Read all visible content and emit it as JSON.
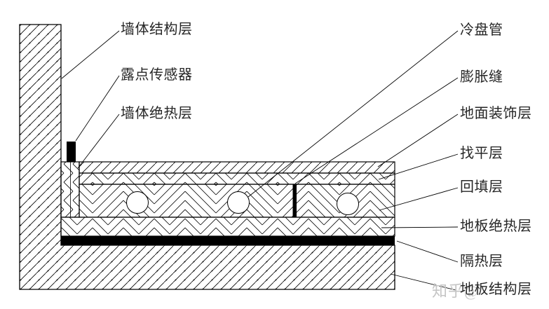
{
  "diagram": {
    "type": "construction-section-detail",
    "labels": {
      "left": [
        {
          "text": "墙体结构层"
        },
        {
          "text": "露点传感器"
        },
        {
          "text": "墙体绝热层"
        }
      ],
      "right": [
        {
          "text": "冷盘管"
        },
        {
          "text": "膨胀缝"
        },
        {
          "text": "地面装饰层"
        },
        {
          "text": "找平层"
        },
        {
          "text": "回填层"
        },
        {
          "text": "地板绝热层"
        },
        {
          "text": "隔热层"
        },
        {
          "text": "地板结构层"
        }
      ]
    },
    "watermark": "知乎@",
    "colors": {
      "line": "#000000",
      "label_text": "#262626",
      "solid_fill": "#000000",
      "watermark": "#c5c5c5",
      "background": "#ffffff"
    }
  }
}
